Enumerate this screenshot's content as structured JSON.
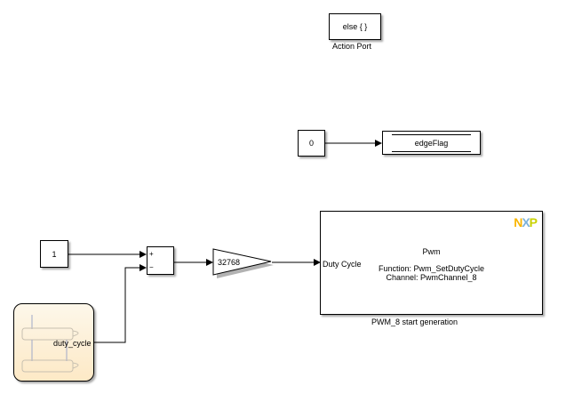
{
  "action_port": {
    "label": "else { }",
    "caption": "Action Port"
  },
  "constant_zero": {
    "value": "0"
  },
  "edge_flag": {
    "label": "edgeFlag"
  },
  "constant_one": {
    "value": "1"
  },
  "sum": {
    "plus": "+",
    "minus": "−"
  },
  "gain": {
    "value": "32768"
  },
  "pwm_block": {
    "input_port": "Duty Cycle",
    "title": "Pwm",
    "function": "Function: Pwm_SetDutyCycle",
    "channel": "Channel: PwmChannel_8",
    "caption": "PWM_8 start generation",
    "logo": "NXP",
    "logo_colors": {
      "N": "#f9b500",
      "X": "#7bb1db",
      "P": "#c9d200"
    }
  },
  "chart": {
    "output_port": "duty_cycle",
    "background": "#fdf3df"
  }
}
